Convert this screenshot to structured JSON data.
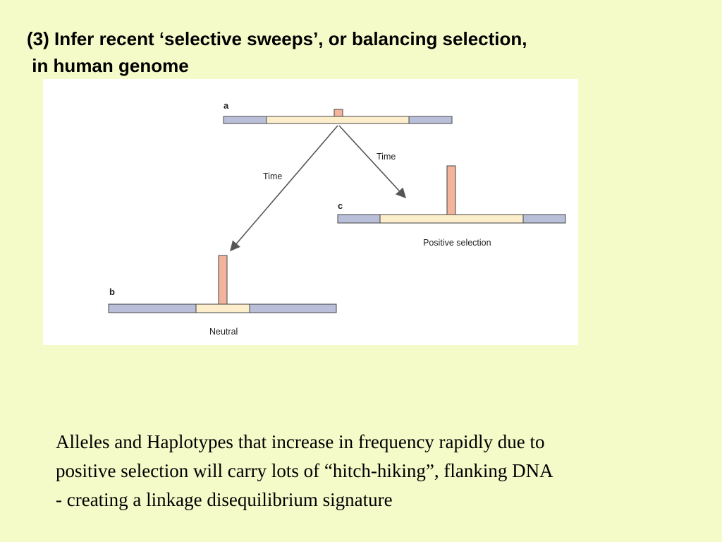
{
  "slide": {
    "title_lines": [
      "(3) Infer recent ‘selective sweeps’, or balancing selection,",
      " in human genome"
    ],
    "body_lines": [
      "Alleles and Haplotypes that increase in frequency rapidly due to",
      "positive selection will carry lots of “hitch-hiking”, flanking DNA",
      "- creating a linkage disequilibrium signature"
    ],
    "background_color": "#f5fbc8"
  },
  "diagram": {
    "panels": {
      "a": {
        "letter": "a"
      },
      "b": {
        "letter": "b",
        "caption": "Neutral"
      },
      "c": {
        "letter": "c",
        "caption": "Positive selection"
      }
    },
    "arrows": {
      "to_b": {
        "label": "Time"
      },
      "to_c": {
        "label": "Time"
      }
    },
    "colors": {
      "flanking": "#b9bfd8",
      "haplotype": "#fdeecb",
      "allele": "#f4b49c",
      "outline": "#444444",
      "arrow": "#555555"
    }
  }
}
